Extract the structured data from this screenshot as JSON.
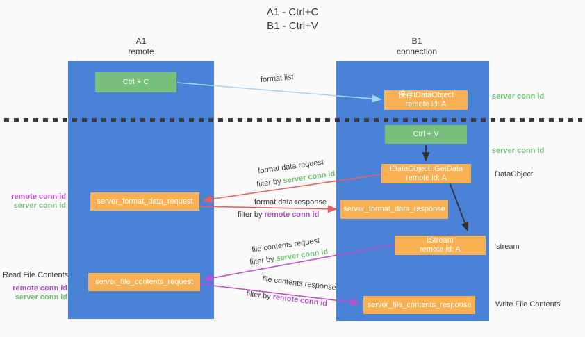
{
  "title": {
    "line1": "A1 - Ctrl+C",
    "line2": "B1 - Ctrl+V"
  },
  "columns": {
    "left": {
      "name": "A1",
      "subtitle": "remote"
    },
    "right": {
      "name": "B1",
      "subtitle": "connection"
    }
  },
  "nodes": {
    "ctrl_c": "Ctrl + C",
    "ctrl_v": "Ctrl + V",
    "save_dataobject": {
      "line1": "保存IDataObject",
      "line2": "remote id: A"
    },
    "getdata": {
      "line1": "IDataObject::GetData",
      "line2": "remote id: A"
    },
    "istream": {
      "line1": "IStream",
      "line2": "remote id: A"
    },
    "format_request": "server_format_data_request",
    "format_response": "server_format_data_response",
    "file_request": "server_file_contents_request",
    "file_response": "server_file_contents_response"
  },
  "flow_labels": {
    "format_list": "format list",
    "format_data_request": "format data request",
    "format_data_response": "format data response",
    "file_contents_request": "file contents request",
    "file_contents_response": "file contents response",
    "filter_by": "filter by ",
    "server_conn_id": "server conn id",
    "remote_conn_id": "remote conn id"
  },
  "side_labels": {
    "server_conn_id_top": "server conn id",
    "server_conn_id_mid": "server conn id",
    "dataobject": "DataObject",
    "istream": "Istream",
    "write_file_contents": "Write File Contents",
    "read_file_contents": "Read File Contents",
    "remote_conn_id": "remote conn id",
    "server_conn_id": "server conn id"
  },
  "colors": {
    "column_blue": "#4a82d8",
    "box_green": "#77be7b",
    "box_orange": "#f9b052",
    "arrow_lightblue": "#a9d5f0",
    "arrow_red": "#ee5c5c",
    "arrow_magenta": "#c050c8",
    "arrow_black": "#333333",
    "conn_id_green": "#6cbf70",
    "conn_id_purple": "#b04fc6",
    "dotted_line": "#3b3b3b",
    "background": "#fafafa"
  }
}
